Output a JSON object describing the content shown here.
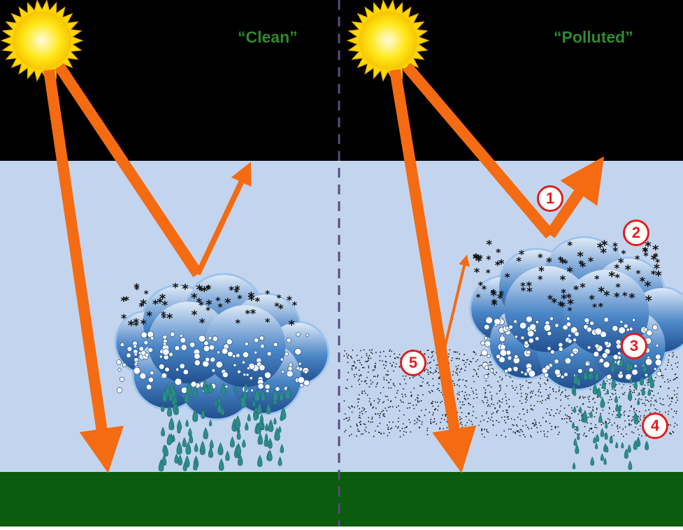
{
  "panels": {
    "left_label": "“Clean”",
    "right_label": "“Polluted”"
  },
  "markers": [
    "1",
    "2",
    "3",
    "4",
    "5"
  ],
  "colors": {
    "sky_space": "#000000",
    "sky": "#c3d5ee",
    "ground": "#0b5c0f",
    "sunlight": "#f46b12",
    "sun": "#ffe81a",
    "cloud": "#3f7cc0",
    "ice_crystals": "#111111",
    "droplets": "#ffffff",
    "rain": "#2e8b8b",
    "aerosol": "#111111",
    "divider": "#5b4a7e",
    "marker": "#e01e1e",
    "label": "#2f8a2c"
  },
  "icons": [
    "sun-icon",
    "cloud-icon",
    "rain-icon",
    "aerosol-haze",
    "sunlight-arrow"
  ]
}
